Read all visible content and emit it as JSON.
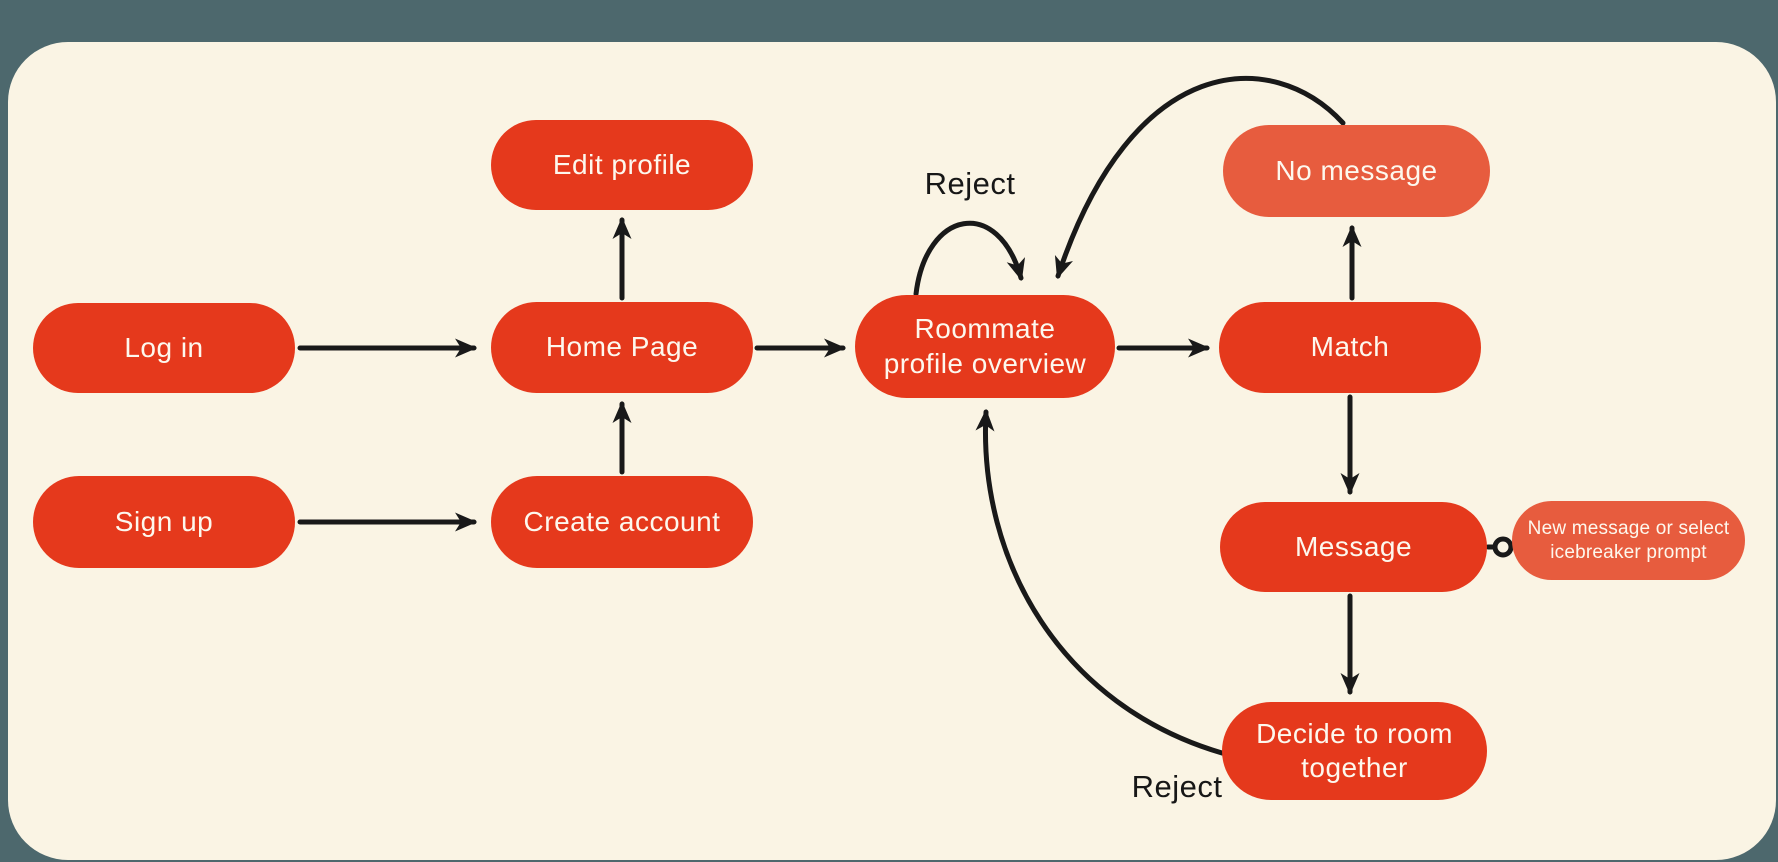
{
  "diagram": {
    "type": "flowchart",
    "background_color": "#4D686D",
    "card_color": "#FAF4E4",
    "node_color": "#E5391C",
    "node_light_color": "#E75C3E",
    "edge_color": "#191919",
    "text_color": "#FDF8EE"
  },
  "nodes": {
    "login": {
      "label": "Log in"
    },
    "signup": {
      "label": "Sign up"
    },
    "edit_profile": {
      "label": "Edit profile"
    },
    "home_page": {
      "label": "Home Page"
    },
    "create_account": {
      "label": "Create account"
    },
    "roommate": {
      "label": "Roommate profile overview"
    },
    "no_message": {
      "label": "No message"
    },
    "match": {
      "label": "Match"
    },
    "message": {
      "label": "Message"
    },
    "decide": {
      "label": "Decide to room together"
    },
    "annotation": {
      "label": "New message or select icebreaker prompt"
    }
  },
  "edge_labels": {
    "reject_top": "Reject",
    "reject_bottom": "Reject"
  },
  "edges": [
    {
      "from": "Log in",
      "to": "Home Page"
    },
    {
      "from": "Sign up",
      "to": "Create account"
    },
    {
      "from": "Create account",
      "to": "Home Page"
    },
    {
      "from": "Home Page",
      "to": "Edit profile"
    },
    {
      "from": "Home Page",
      "to": "Roommate profile overview"
    },
    {
      "from": "Roommate profile overview",
      "to": "Roommate profile overview",
      "label": "Reject"
    },
    {
      "from": "Roommate profile overview",
      "to": "Match"
    },
    {
      "from": "Match",
      "to": "No message"
    },
    {
      "from": "No message",
      "to": "Roommate profile overview"
    },
    {
      "from": "Match",
      "to": "Message"
    },
    {
      "from": "Message",
      "to": "New message or select icebreaker prompt",
      "style": "circle-connector"
    },
    {
      "from": "Message",
      "to": "Decide to room together"
    },
    {
      "from": "Decide to room together",
      "to": "Roommate profile overview",
      "label": "Reject"
    }
  ]
}
